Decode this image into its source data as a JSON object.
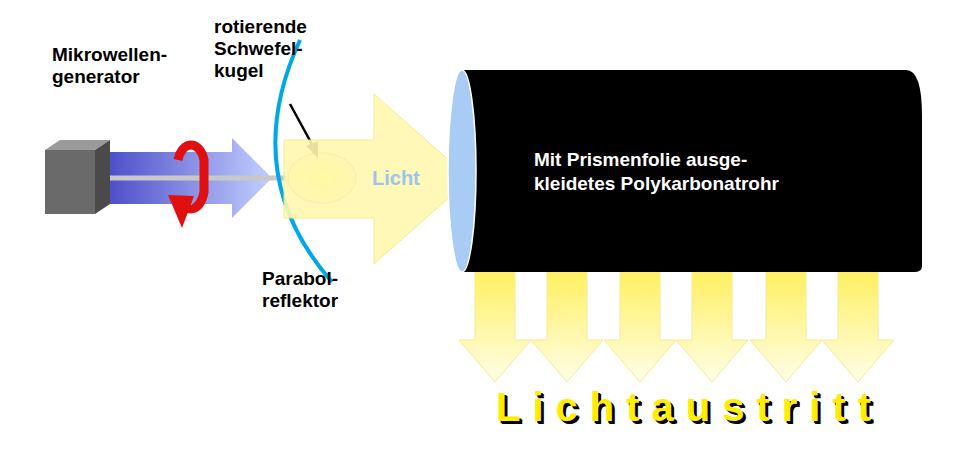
{
  "diagram": {
    "nodes": [
      {
        "text": [
          "Mikrowellen- generator"
        ]
      },
      {
        "text": [
          "Licht"
        ]
      },
      {
        "text": [
          "Mit Prismenfolie ausge- kleidetes Polykarbonatrohr"
        ]
      }
    ],
    "labels": [
      "rotierende Schwefel- kugel",
      "Parabol- reflektor",
      "Lichtaustritt"
    ]
  }
}
